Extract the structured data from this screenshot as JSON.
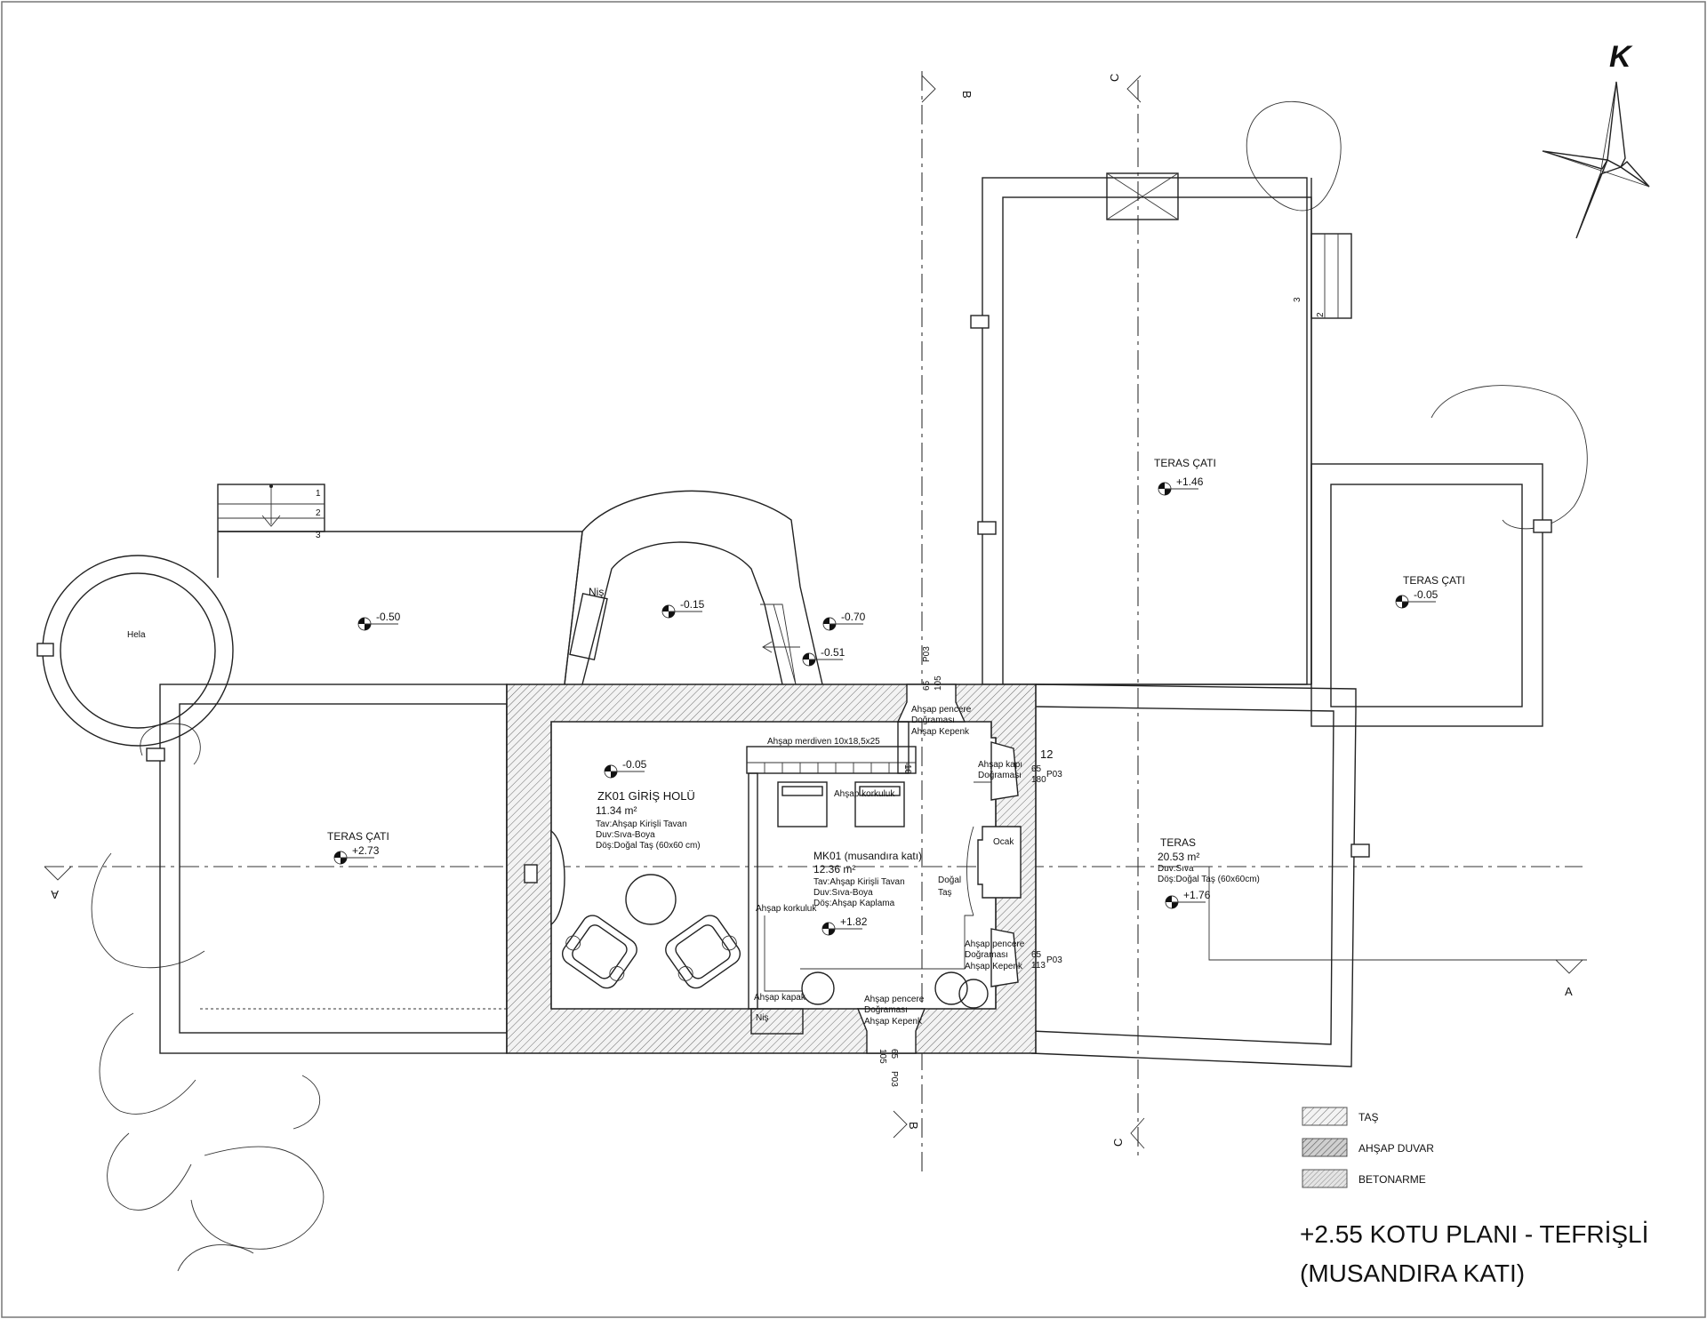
{
  "plan": {
    "title_line1": "+2.55 KOTU PLANI - TEFRİŞLİ",
    "title_line2": "(MUSANDIRA KATI)",
    "north_label": "K",
    "section_marks": {
      "a": "A",
      "b": "B",
      "c": "C"
    },
    "legend": [
      {
        "label": "TAŞ",
        "pattern": "tas"
      },
      {
        "label": "AHŞAP DUVAR",
        "pattern": "ahsap"
      },
      {
        "label": "BETONARME",
        "pattern": "beton"
      }
    ],
    "rooms": {
      "zk01": {
        "name": "ZK01 GİRİŞ HOLÜ",
        "area": "11.34 m²",
        "ceiling": "Tav:Ahşap Kirişli Tavan",
        "wall": "Duv:Sıva-Boya",
        "floor": "Döş:Doğal Taş (60x60 cm)"
      },
      "mk01": {
        "name": "MK01 (musandıra katı)",
        "area": "12.36 m²",
        "ceiling": "Tav:Ahşap Kirişli Tavan",
        "wall": "Duv:Sıva-Boya",
        "floor": "Döş:Ahşap Kaplama"
      },
      "teras": {
        "name": "TERAS",
        "area": "20.53 m²",
        "wall": "Duv:Sıva",
        "floor": "Döş:Doğal Taş (60x60cm)"
      },
      "teras_cati": "TERAS ÇATI",
      "hela": "Hela",
      "nis": "Niş"
    },
    "levels": {
      "l_m050": "-0.50",
      "l_m015": "-0.15",
      "l_m070": "-0.70",
      "l_m051": "-0.51",
      "l_m005a": "-0.05",
      "l_p273": "+2.73",
      "l_p182": "+1.82",
      "l_p146": "+1.46",
      "l_m005b": "-0.05",
      "l_p176": "+1.76"
    },
    "annotations": {
      "stair": "Ahşap merdiven 10x18,5x25",
      "korkuluk": "Ahşap korkuluk",
      "kapak": "Ahşap kapak",
      "pencere": "Ahşap pencere",
      "dogramasi": "Doğraması",
      "kepenk": "Ahşap Kepenk",
      "kapi": "Ahşap kapı",
      "ocak": "Ocak",
      "dogal": "Doğal",
      "tas": "Taş",
      "p03": "P03",
      "dim_65": "65",
      "dim_105": "105",
      "dim_180": "180",
      "dim_113": "113",
      "riser_12": "12",
      "s1": "1",
      "s2": "2",
      "s3": "3",
      "s10": "10"
    }
  }
}
